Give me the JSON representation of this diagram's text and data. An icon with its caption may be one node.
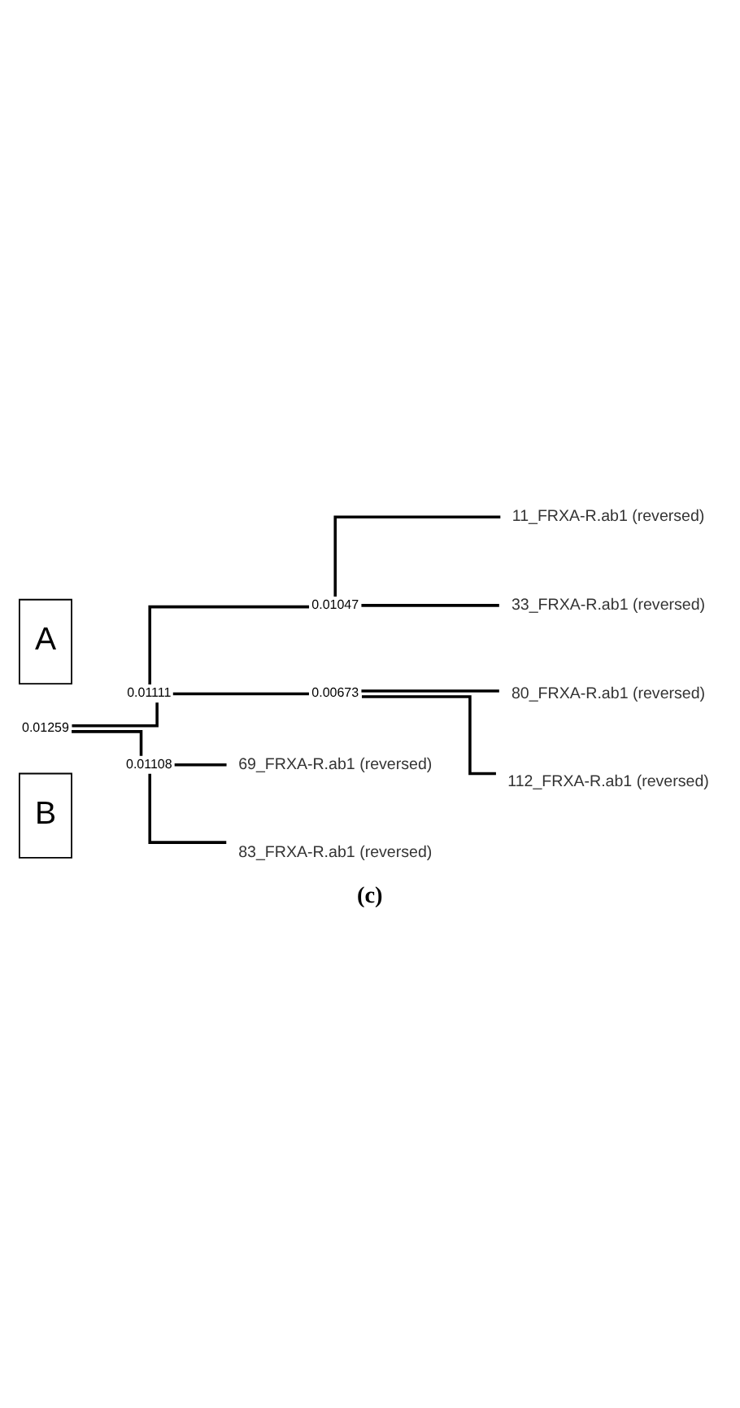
{
  "diagram": {
    "caption": "(c)",
    "nodes": [
      {
        "text": [
          "A"
        ]
      },
      {
        "text": [
          "B"
        ]
      },
      {
        "text": [],
        "shape": "point",
        "beside": [
          "0.01259"
        ]
      },
      {
        "text": [],
        "shape": "point",
        "beside": [
          "0.01111"
        ]
      },
      {
        "text": [],
        "shape": "point",
        "beside": [
          "0.01047"
        ]
      },
      {
        "text": [
          "11_FRXA-R.ab1 (reversed)"
        ]
      },
      {
        "text": [
          "33_FRXA-R.ab1 (reversed)"
        ]
      },
      {
        "text": [],
        "shape": "point",
        "beside": [
          "0.00673"
        ]
      },
      {
        "text": [
          "80_FRXA-R.ab1 (reversed)"
        ]
      },
      {
        "text": [
          "112_FRXA-R.ab1 (reversed)"
        ]
      },
      {
        "text": [],
        "shape": "point",
        "beside": [
          "0.01108"
        ]
      },
      {
        "text": [
          "69_FRXA-R.ab1 (reversed)"
        ]
      },
      {
        "text": [
          "83_FRXA-R.ab1 (reversed)"
        ]
      }
    ],
    "edges": [
      {
        "from": 2,
        "to": 3,
        "arrow": "none"
      },
      {
        "from": 3,
        "to": 4,
        "arrow": "none"
      },
      {
        "from": 4,
        "to": 5,
        "arrow": "none"
      },
      {
        "from": 4,
        "to": 6,
        "arrow": "none"
      },
      {
        "from": 3,
        "to": 7,
        "arrow": "none"
      },
      {
        "from": 7,
        "to": 8,
        "arrow": "none"
      },
      {
        "from": 7,
        "to": 9,
        "arrow": "none"
      },
      {
        "from": 2,
        "to": 10,
        "arrow": "none"
      },
      {
        "from": 10,
        "to": 11,
        "arrow": "none"
      },
      {
        "from": 10,
        "to": 12,
        "arrow": "none"
      }
    ]
  }
}
